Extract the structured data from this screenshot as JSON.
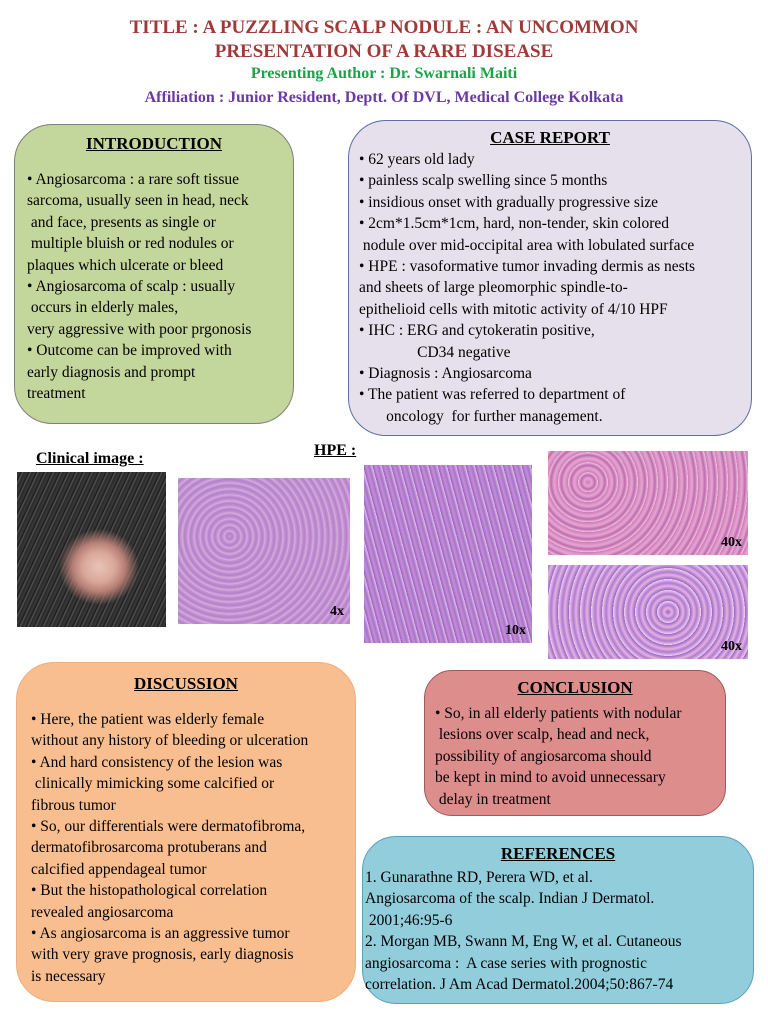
{
  "header": {
    "title_line1": "TITLE :  A  PUZZLING SCALP NODULE : AN UNCOMMON",
    "title_line2": "PRESENTATION OF A RARE DISEASE",
    "author": "Presenting Author : Dr. Swarnali Maiti",
    "affiliation": "Affiliation : Junior Resident, Deptt. Of DVL, Medical College Kolkata"
  },
  "introduction": {
    "heading": "INTRODUCTION",
    "lines": [
      "• Angiosarcoma : a rare soft tissue",
      "sarcoma, usually seen in head, neck",
      " and face, presents as single or",
      " multiple bluish or red nodules or",
      "plaques which ulcerate or bleed",
      "• Angiosarcoma of scalp : usually",
      " occurs in elderly males,",
      "very aggressive with poor prgonosis",
      "• Outcome can be improved with",
      "early diagnosis and prompt",
      "treatment"
    ]
  },
  "case_report": {
    "heading": "CASE REPORT",
    "lines": [
      "• 62 years old lady",
      "• painless scalp swelling since 5 months",
      "• insidious onset with gradually progressive size",
      "• 2cm*1.5cm*1cm, hard, non-tender, skin colored",
      " nodule over mid-occipital area with lobulated surface",
      "• HPE : vasoformative tumor invading dermis as nests",
      "and sheets of large pleomorphic spindle-to-",
      "epithelioid cells with mitotic activity of 4/10 HPF",
      "• IHC : ERG and cytokeratin positive,",
      "               CD34 negative",
      "• Diagnosis : Angiosarcoma",
      "• The patient was referred to department of",
      "       oncology  for further management."
    ]
  },
  "images": {
    "clinical_label": "Clinical image :",
    "hpe_label": "HPE :",
    "mag_4x": "4x",
    "mag_10x": "10x",
    "mag_40x_a": "40x",
    "mag_40x_b": "40x"
  },
  "discussion": {
    "heading": "DISCUSSION",
    "lines": [
      "• Here, the patient was elderly female",
      "without any history of bleeding or ulceration",
      "• And hard consistency of the lesion was",
      " clinically mimicking some calcified or",
      "fibrous tumor",
      "• So, our differentials were dermatofibroma,",
      "dermatofibrosarcoma protuberans and",
      "calcified appendageal tumor",
      "• But the histopathological correlation",
      "revealed angiosarcoma",
      "• As angiosarcoma is an aggressive tumor",
      "with very grave prognosis, early diagnosis",
      "is necessary"
    ]
  },
  "conclusion": {
    "heading": "CONCLUSION",
    "lines": [
      "• So, in all elderly patients with nodular",
      " lesions over scalp, head and neck,",
      "possibility of angiosarcoma should",
      "be kept in mind to avoid unnecessary",
      " delay in treatment"
    ]
  },
  "references": {
    "heading": "REFERENCES",
    "lines": [
      "1. Gunarathne RD, Perera WD, et al.",
      "Angiosarcoma of the scalp. Indian J Dermatol.",
      " 2001;46:95-6",
      "2. Morgan MB, Swann M, Eng W, et al. Cutaneous",
      "angiosarcoma :  A case series with prognostic",
      "correlation. J Am Acad Dermatol.2004;50:867-74"
    ]
  }
}
